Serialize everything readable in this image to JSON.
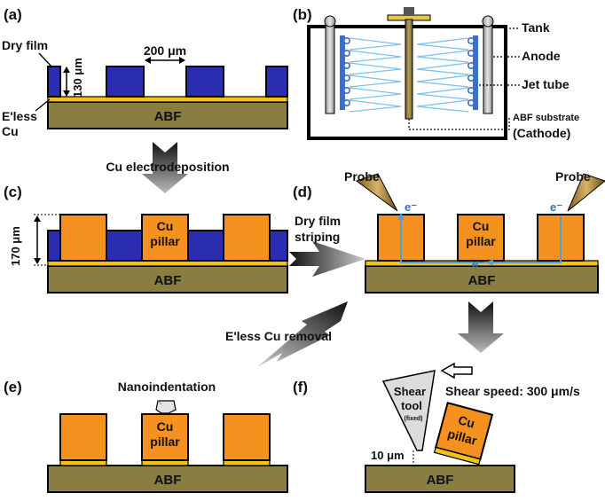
{
  "panels": {
    "a": {
      "tag": "(a)",
      "dry_film": "Dry film",
      "width_label": "200 μm",
      "height_label": "130 μm",
      "eless_line1": "E'less",
      "eless_line2": "Cu",
      "substrate": "ABF"
    },
    "b": {
      "tag": "(b)",
      "tank": "Tank",
      "anode": "Anode",
      "jet_tube": "Jet tube",
      "abf_substrate": "ABF substrate",
      "cathode": "(Cathode)"
    },
    "c": {
      "tag": "(c)",
      "height_label": "170 μm",
      "pillar_line1": "Cu",
      "pillar_line2": "pillar",
      "substrate": "ABF"
    },
    "d": {
      "tag": "(d)",
      "probe_left": "Probe",
      "probe_right": "Probe",
      "electron": "e⁻",
      "pillar_line1": "Cu",
      "pillar_line2": "pillar",
      "substrate": "ABF"
    },
    "e": {
      "tag": "(e)",
      "nanoindentation": "Nanoindentation",
      "pillar_line1": "Cu",
      "pillar_line2": "pillar",
      "substrate": "ABF"
    },
    "f": {
      "tag": "(f)",
      "shear_speed": "Shear speed: 300 μm/s",
      "tool_line1": "Shear",
      "tool_line2": "tool",
      "tool_fixed": "(fixed)",
      "pillar_line1": "Cu",
      "pillar_line2": "pillar",
      "gap_label": "10 μm",
      "substrate": "ABF"
    }
  },
  "steps": {
    "electrodeposition": "Cu electrodeposition",
    "striping_line1": "Dry film",
    "striping_line2": "striping",
    "removal": "E'less Cu removal"
  },
  "colors": {
    "abf": "#8a7d42",
    "cu": "#f5911e",
    "dry_film": "#2a2db0",
    "seed_layer": "#f2c313",
    "jet_tube": "#3c6fc9",
    "spray": "#7fc0ee",
    "probe": "#b58a3a"
  }
}
